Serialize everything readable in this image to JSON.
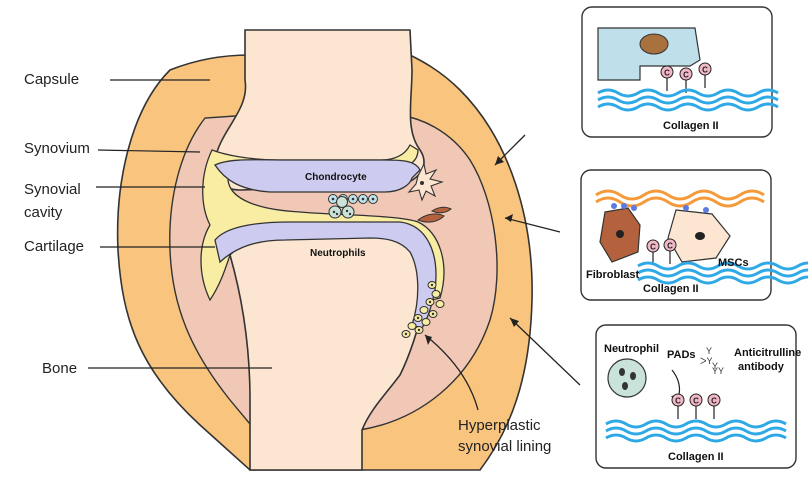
{
  "labels": {
    "capsule": "Capsule",
    "synovium": "Synovium",
    "synovial_cavity_1": "Synovial",
    "synovial_cavity_2": "cavity",
    "cartilage": "Cartilage",
    "bone": "Bone",
    "chondrocyte": "Chondrocyte",
    "neutrophils": "Neutrophils",
    "hyperplastic_1": "Hyperplastic",
    "hyperplastic_2": "synovial lining"
  },
  "panels": {
    "top": {
      "collagen": "Collagen II"
    },
    "middle": {
      "fibroblast": "Fibroblast",
      "mscs": "MSCs",
      "collagen": "Collagen II"
    },
    "bottom": {
      "neutrophil": "Neutrophil",
      "pads": "PADs",
      "antibody_1": "Anticitrulline",
      "antibody_2": "antibody",
      "collagen": "Collagen II"
    }
  },
  "colors": {
    "capsule": "#F9C57E",
    "synovium": "#F1C7B5",
    "bone": "#FCE6D2",
    "cartilage": "#CDCBF0",
    "cavity": "#F8EDA3",
    "citrulline": "#F2B8C7",
    "collagen": "#2FA8E6",
    "fibers": "#F59A3B",
    "fibroblast": "#B4623E",
    "cell": "#C9E3DA"
  }
}
